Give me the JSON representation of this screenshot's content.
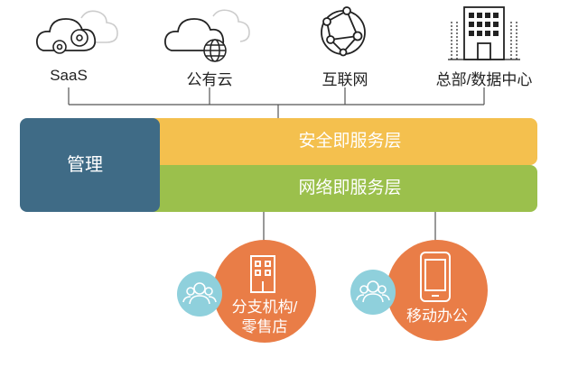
{
  "top_nodes": [
    {
      "label": "SaaS",
      "icon": "cloud-gears-icon"
    },
    {
      "label": "公有云",
      "icon": "cloud-globe-icon"
    },
    {
      "label": "互联网",
      "icon": "network-globe-icon"
    },
    {
      "label": "总部/数据中心",
      "icon": "building-icon"
    }
  ],
  "management": {
    "label": "管理"
  },
  "layers": {
    "security": "安全即服务层",
    "network": "网络即服务层"
  },
  "bottom_nodes": [
    {
      "label_line1": "分支机构/",
      "label_line2": "零售店",
      "icon": "branch-building-icon",
      "user_icon": "users-icon"
    },
    {
      "label": "移动办公",
      "icon": "mobile-phone-icon",
      "user_icon": "users-icon"
    }
  ],
  "colors": {
    "management": "#3f6b86",
    "security": "#f4c04e",
    "network": "#9bc04c",
    "circle": "#e97d47",
    "users": "#8fd0dc"
  }
}
